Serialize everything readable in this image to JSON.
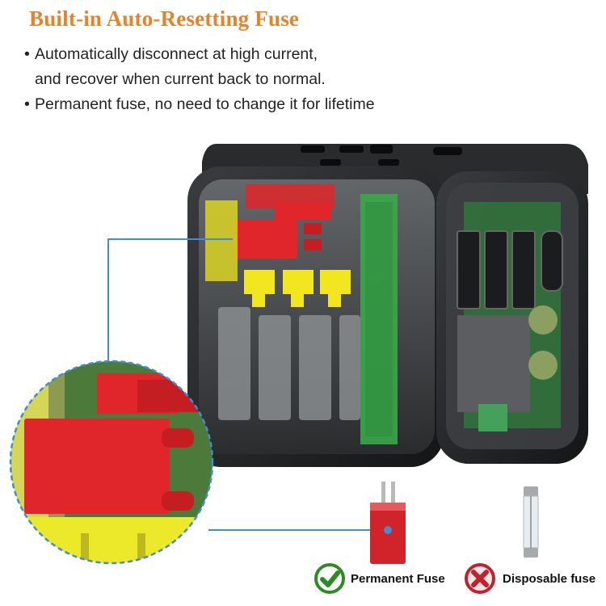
{
  "title": "Built-in Auto-Resetting Fuse",
  "bullets": [
    "Automatically disconnect at high current,",
    "and recover when current back to normal.",
    "Permanent fuse, no need to change it for lifetime"
  ],
  "legend": {
    "permanent": {
      "label": "Permanent Fuse",
      "icon": "check-icon",
      "color": "#2e8b23"
    },
    "disposable": {
      "label": "Disposable fuse",
      "icon": "x-icon",
      "color": "#c2202a"
    }
  },
  "colors": {
    "title": "#e8822a",
    "fuse_red": "#e0262a",
    "callout_blue": "#3a8fd6",
    "pcb_green": "#3aa84a",
    "yellow": "#f2e61f"
  }
}
